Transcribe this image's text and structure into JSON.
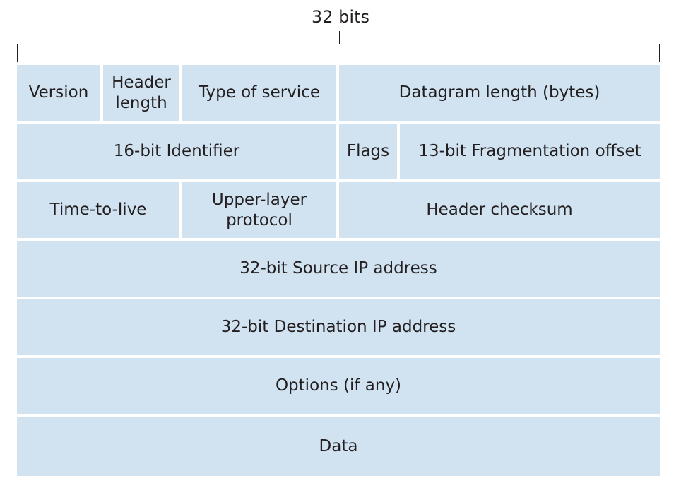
{
  "header": {
    "width_label": "32 bits"
  },
  "rows": [
    [
      "Version",
      "Header length",
      "Type of service",
      "Datagram length (bytes)"
    ],
    [
      "16-bit Identifier",
      "Flags",
      "13-bit Fragmentation offset"
    ],
    [
      "Time-to-live",
      "Upper-layer protocol",
      "Header checksum"
    ],
    [
      "32-bit Source IP address"
    ],
    [
      "32-bit Destination IP address"
    ],
    [
      "Options (if any)"
    ],
    [
      "Data"
    ]
  ],
  "colors": {
    "cell_fill": "#d1e2f1",
    "line": "#231f20"
  }
}
